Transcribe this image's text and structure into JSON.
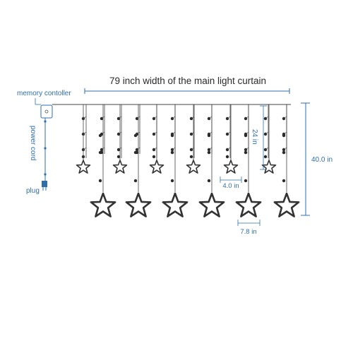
{
  "title": "79 inch width of the main light curtain",
  "labels": {
    "controller": "memory contoller",
    "cord": "power cord",
    "plug": "plug",
    "height_total": "40.0 in",
    "height_strand": "24 in",
    "small_star_width": "4.0 in",
    "big_star_width": "7.8 in"
  },
  "colors": {
    "accent": "#2f6fa8",
    "wire": "#444444",
    "bulb": "#2b2b2b",
    "star_stroke": "#333333"
  },
  "icons": {
    "controller": "controller-box-icon",
    "plug": "plug-icon",
    "small_star": "star-outline-icon",
    "big_star": "star-outline-icon"
  }
}
